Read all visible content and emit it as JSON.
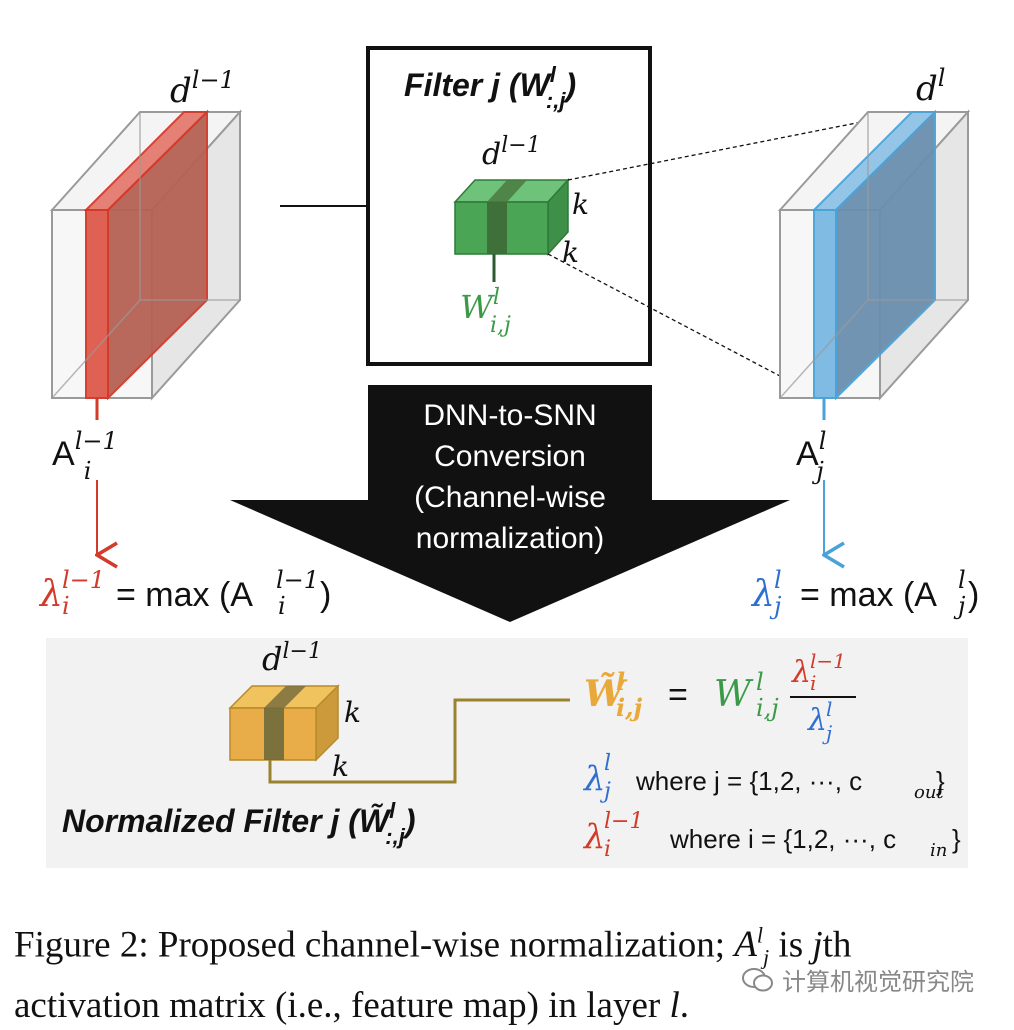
{
  "left_block": {
    "depth_label": "d",
    "depth_sup": "l−1",
    "act_label": "A",
    "act_sub": "i",
    "act_sup": "l−1",
    "lambda_eq": "= max (A",
    "close": ")"
  },
  "filter_box": {
    "title": "Filter j (W",
    "title_sup": "l",
    "title_sub": ":,j",
    "title_close": ")",
    "depth_label": "d",
    "depth_sup": "l−1",
    "k1": "k",
    "k2": "k",
    "weight": "W",
    "weight_sup": "l",
    "weight_sub": "i,j"
  },
  "right_block": {
    "depth_label": "d",
    "depth_sup": "l",
    "act_label": "A",
    "act_sub": "j",
    "act_sup": "l",
    "lambda_eq": "= max (A",
    "close": ")"
  },
  "conversion": {
    "line1": "DNN-to-SNN",
    "line2": "Conversion",
    "line3": "(Channel-wise",
    "line4": "normalization)"
  },
  "normalized": {
    "depth_label": "d",
    "depth_sup": "l−1",
    "k1": "k",
    "k2": "k",
    "title": "Normalized Filter j (W̃",
    "title_sup": "l",
    "title_sub": ":,j",
    "title_close": ")",
    "eq_lhs": "W̃",
    "eq_sign": "=",
    "eq_w": "W",
    "where_j": "where j = {1,2, ···, c",
    "where_j_sub": "out",
    "where_i": "where i = {1,2, ···, c",
    "where_i_sub": "in",
    "brace_close": "}"
  },
  "caption": {
    "part1": "Figure 2: Proposed channel-wise normalization;",
    "part2": "is",
    "part3": "th activation matrix (i.e., feature map) in layer"
  },
  "watermark": "计算机视觉研究院",
  "colors": {
    "red": "#d23a2a",
    "blue": "#2f6fd0",
    "green": "#3a9a48",
    "orange": "#e8a83a",
    "olive": "#9a8230",
    "black": "#111111",
    "panel": "#f2f2f2"
  }
}
